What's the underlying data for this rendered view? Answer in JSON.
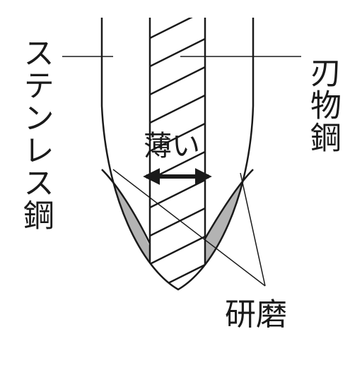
{
  "diagram": {
    "labels": {
      "stainless_steel": "ステンレス鋼",
      "blade_steel": "刃物鋼",
      "thin": "薄い",
      "grinding": "研磨"
    },
    "colors": {
      "stroke": "#1a1a1a",
      "grinding_fill": "#b3b3b3",
      "background": "#ffffff"
    }
  }
}
